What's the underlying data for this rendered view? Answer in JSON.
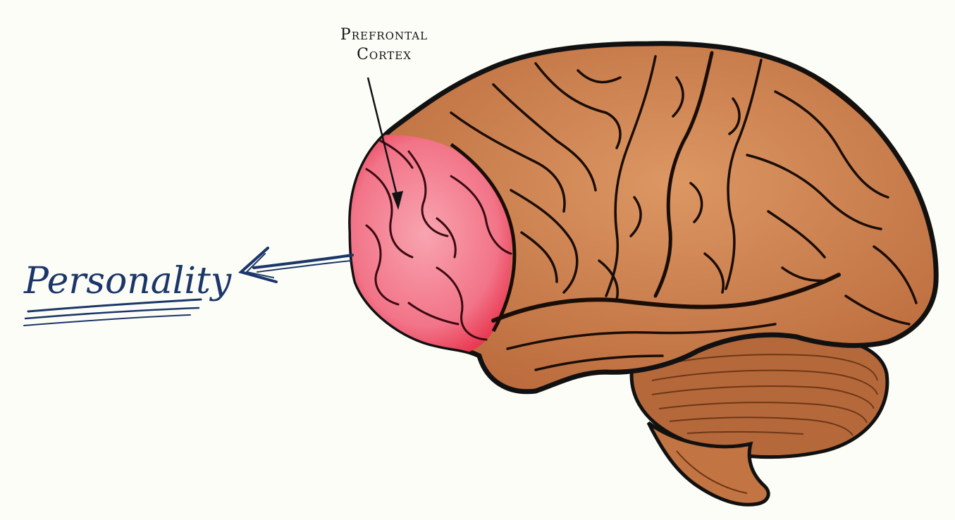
{
  "labels": {
    "prefrontal_line1": "Prefrontal",
    "prefrontal_line2": "Cortex",
    "personality": "Personality"
  },
  "colors": {
    "background": "#fdfdf7",
    "cortex": "#c8743e",
    "cortex_light": "#dd9561",
    "prefrontal": "#f07a8c",
    "prefrontal_deep": "#ea3d5a",
    "cerebellum": "#b86a36",
    "outline": "#111111",
    "ink": "#1b3668"
  }
}
